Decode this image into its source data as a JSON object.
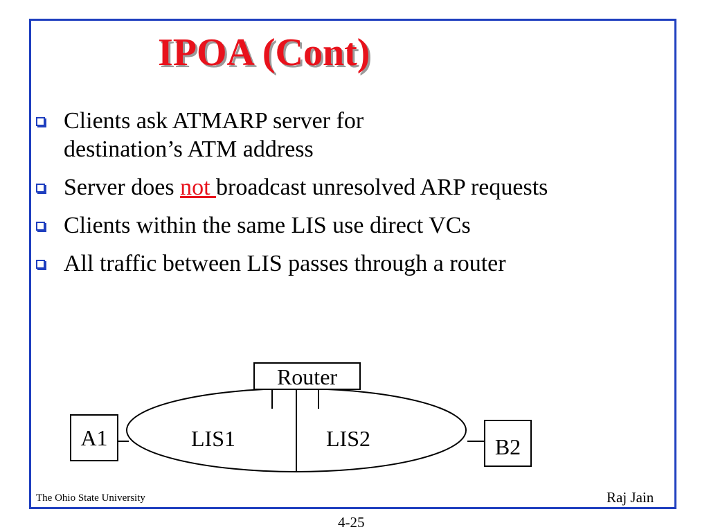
{
  "slide": {
    "title": "IPOA (Cont)",
    "bullets": [
      {
        "parts": [
          "Clients ask ATMARP server for",
          "destination’s ATM address"
        ]
      },
      {
        "before": "Server does ",
        "emph": "not ",
        "after": "broadcast unresolved ARP requests"
      },
      {
        "text": "Clients within the same LIS use direct VCs"
      },
      {
        "text": "All traffic between LIS passes through a router"
      }
    ],
    "diagram": {
      "router": "Router",
      "lis1": "LIS1",
      "lis2": "LIS2",
      "host_a": "A1",
      "host_b": "B2"
    },
    "footer": {
      "institution": "The Ohio State University",
      "author": "Raj Jain",
      "page": "4-25"
    },
    "colors": {
      "title": "#e8121c",
      "frame": "#1f3fbf",
      "emphasis": "#e8121c"
    }
  }
}
